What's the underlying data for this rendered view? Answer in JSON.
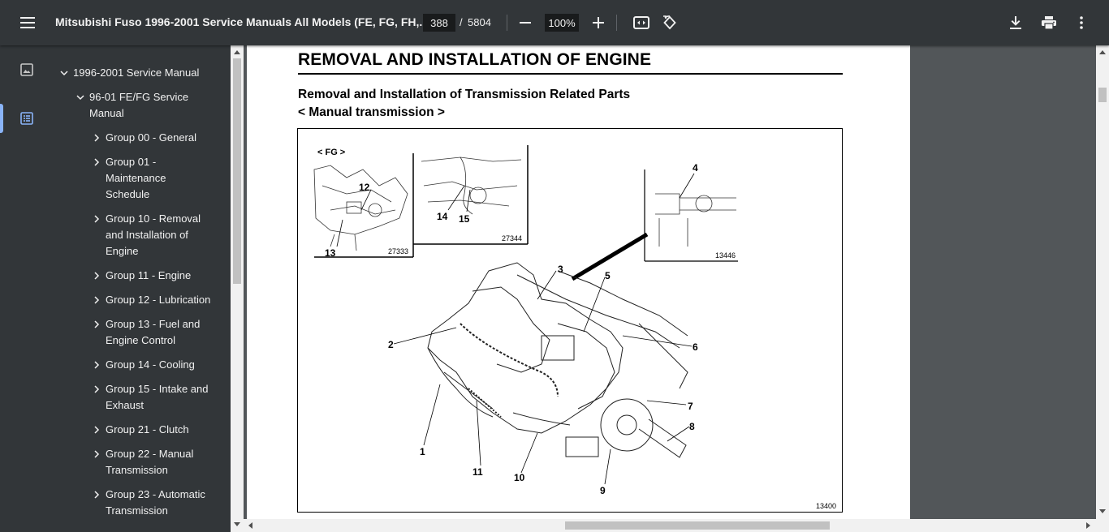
{
  "toolbar": {
    "title": "Mitsubishi Fuso 1996-2001 Service Manuals All Models (FE, FG, FH,...",
    "current_page": "388",
    "page_separator": "/",
    "total_pages": "5804",
    "zoom": "100%",
    "icons": [
      "menu-icon",
      "zoom-out-icon",
      "zoom-in-icon",
      "fit-page-icon",
      "rotate-icon",
      "download-icon",
      "print-icon",
      "more-vert-icon"
    ]
  },
  "sidebar": {
    "rail": [
      "thumbnails-icon",
      "outline-icon"
    ],
    "active_rail": "outline",
    "outline": [
      {
        "label": "1996-2001 Service Manual",
        "level": 0,
        "expanded": true
      },
      {
        "label": "96-01 FE/FG Service Manual",
        "level": 1,
        "expanded": true
      },
      {
        "label": "Group 00 - General",
        "level": 2,
        "expanded": false
      },
      {
        "label": "Group 01 - Maintenance Schedule",
        "level": 2,
        "expanded": false
      },
      {
        "label": "Group 10 - Removal and Installation of Engine",
        "level": 2,
        "expanded": false
      },
      {
        "label": "Group 11 - Engine",
        "level": 2,
        "expanded": false
      },
      {
        "label": "Group 12 - Lubrication",
        "level": 2,
        "expanded": false
      },
      {
        "label": "Group 13 - Fuel and Engine Control",
        "level": 2,
        "expanded": false
      },
      {
        "label": "Group 14 - Cooling",
        "level": 2,
        "expanded": false
      },
      {
        "label": "Group 15 - Intake and Exhaust",
        "level": 2,
        "expanded": false
      },
      {
        "label": "Group 21 - Clutch",
        "level": 2,
        "expanded": false
      },
      {
        "label": "Group 22 - Manual Transmission",
        "level": 2,
        "expanded": false
      },
      {
        "label": "Group 23 - Automatic Transmission",
        "level": 2,
        "expanded": false
      }
    ]
  },
  "document": {
    "heading": "REMOVAL AND INSTALLATION OF ENGINE",
    "subheading1": "Removal and Installation of Transmission Related Parts",
    "subheading2": "< Manual transmission >",
    "figure": {
      "inset_tag": "< FG >",
      "inset1_id": "27333",
      "inset2_id": "27344",
      "inset3_id": "13446",
      "main_id": "13400",
      "callouts": [
        "1",
        "2",
        "3",
        "4",
        "5",
        "6",
        "7",
        "8",
        "9",
        "10",
        "11",
        "12",
        "13",
        "14",
        "15"
      ]
    }
  }
}
